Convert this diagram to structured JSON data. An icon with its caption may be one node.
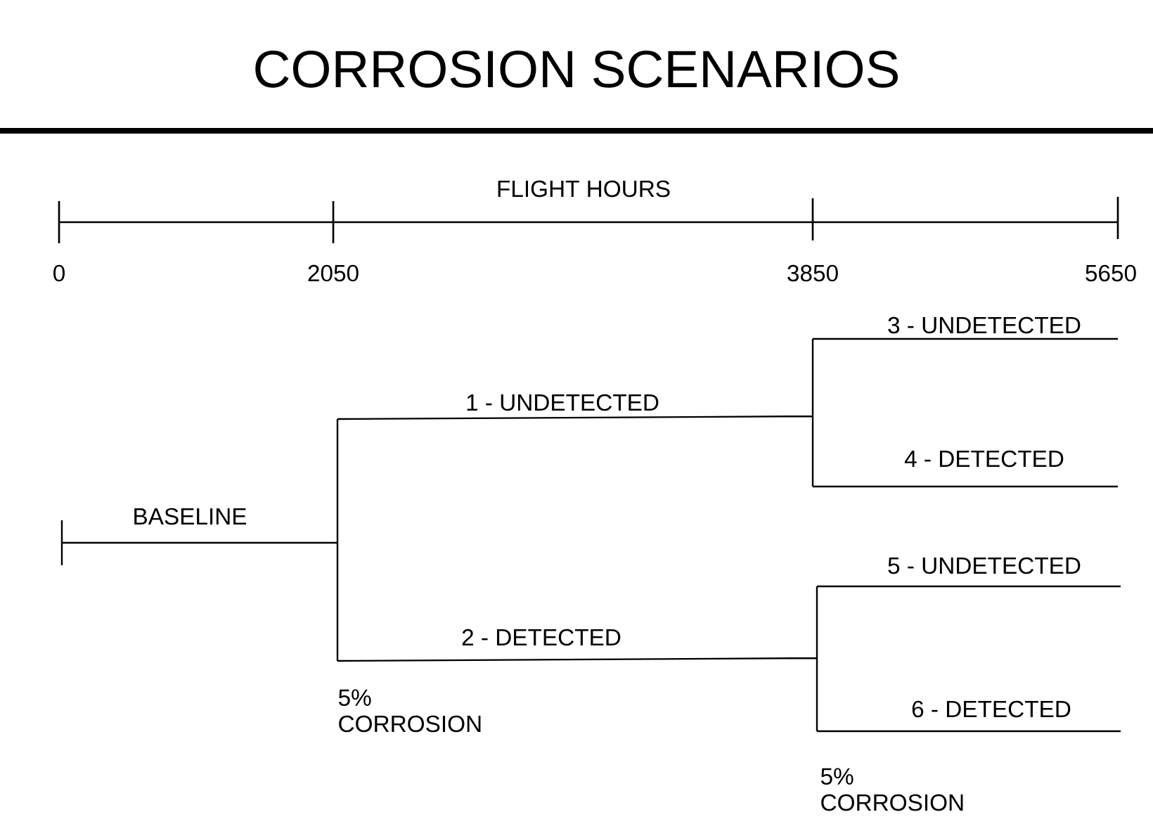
{
  "diagram": {
    "title": "CORROSION SCENARIOS",
    "labels": [
      "FLIGHT HOURS",
      "0",
      "2050",
      "3850",
      "5650",
      "3 - UNDETECTED",
      "1 - UNDETECTED",
      "4 - DETECTED",
      "BASELINE",
      "5 - UNDETECTED",
      "2 - DETECTED",
      "5% CORROSION",
      "6 - DETECTED",
      "5% CORROSION"
    ]
  }
}
